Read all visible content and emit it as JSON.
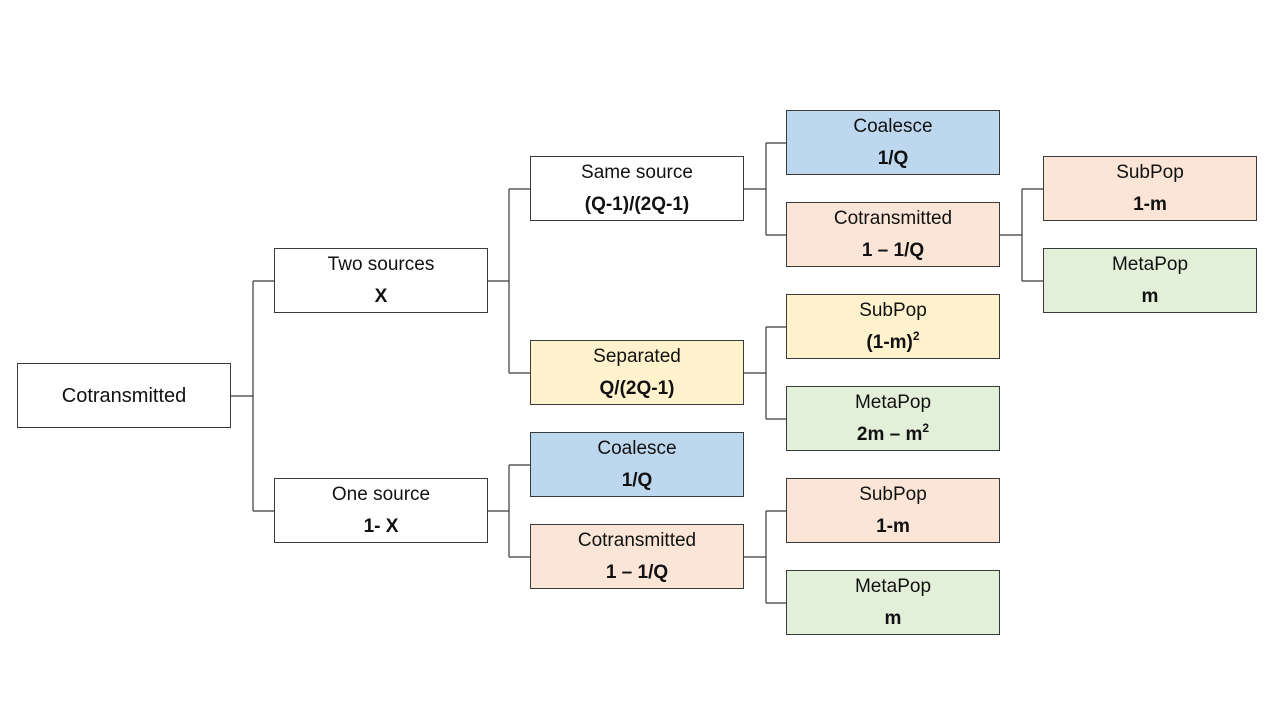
{
  "colors": {
    "white": "#ffffff",
    "blue": "#bdd7ee",
    "peach": "#fbe5d6",
    "yellow": "#fff2cc",
    "green": "#e2f0d9",
    "line": "#3a3a3a"
  },
  "nodes": {
    "root": {
      "label": "Cotransmitted"
    },
    "two_sources": {
      "label": "Two sources",
      "value": "X"
    },
    "one_source": {
      "label": "One source",
      "value": "1- X"
    },
    "same_source": {
      "label": "Same source",
      "value": "(Q-1)/(2Q-1)"
    },
    "separated": {
      "label": "Separated",
      "value": "Q/(2Q-1)"
    },
    "coalesce_a": {
      "label": "Coalesce",
      "value": "1/Q"
    },
    "cotransmitted_a": {
      "label": "Cotransmitted",
      "value": "1 – 1/Q"
    },
    "subpop_a": {
      "label": "SubPop",
      "value": "1-m"
    },
    "metapop_a": {
      "label": "MetaPop",
      "value": "m"
    },
    "subpop_b": {
      "label": "SubPop",
      "value_base": "(1-m)",
      "value_sup": "2"
    },
    "metapop_b": {
      "label": "MetaPop",
      "value_base": "2m – m",
      "value_sup": "2"
    },
    "coalesce_b": {
      "label": "Coalesce",
      "value": "1/Q"
    },
    "cotransmitted_b": {
      "label": "Cotransmitted",
      "value": "1 – 1/Q"
    },
    "subpop_c": {
      "label": "SubPop",
      "value": "1-m"
    },
    "metapop_c": {
      "label": "MetaPop",
      "value": "m"
    }
  }
}
